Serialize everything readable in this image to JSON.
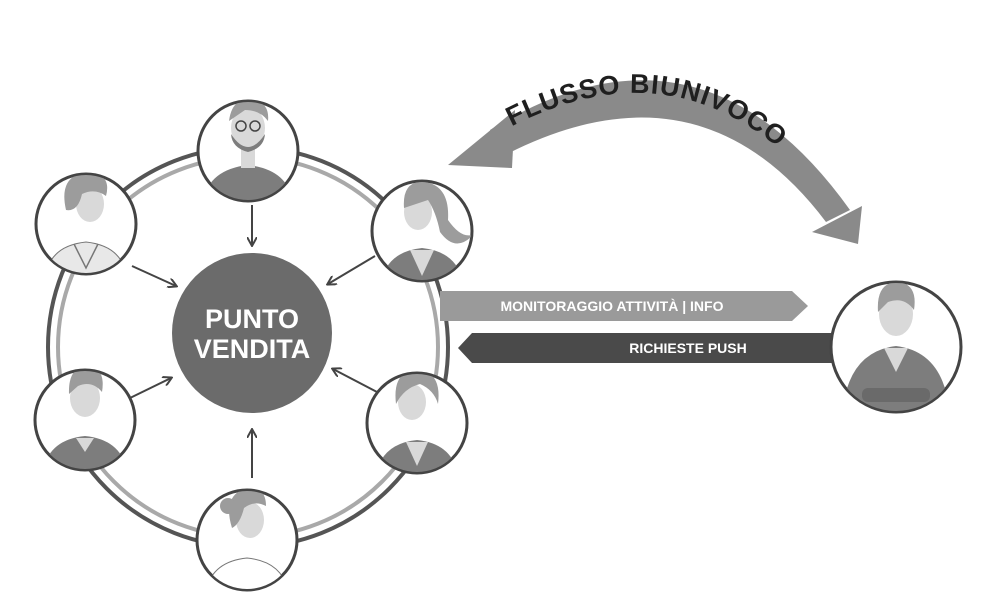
{
  "center": {
    "line1": "PUNTO",
    "line2": "VENDITA"
  },
  "curved_arrow": {
    "label": "FLUSSO BIUNIVOCO"
  },
  "bars": {
    "top_label": "MONITORAGGIO ATTIVITÀ | INFO",
    "bottom_label": "RICHIESTE PUSH"
  },
  "colors": {
    "ring_dark": "#555555",
    "ring_light": "#a9a9a9",
    "center_fill": "#6b6b6b",
    "bar_top": "#9a9a9a",
    "bar_bottom": "#4a4a4a",
    "arrow_fill": "#8a8a8a",
    "avatar_bg": "#ffffff",
    "avatar_border": "#444444",
    "person_suit": "#7d7d7d",
    "person_skin": "#d9d9d9",
    "person_hair": "#9c9c9c"
  },
  "avatars": [
    {
      "name": "avatar-top-man-beard",
      "icon": "man-with-glasses-and-beard-icon"
    },
    {
      "name": "avatar-top-left-woman",
      "icon": "woman-with-curly-hair-icon"
    },
    {
      "name": "avatar-top-right-woman",
      "icon": "woman-with-long-hair-icon"
    },
    {
      "name": "avatar-bottom-left-man",
      "icon": "man-icon"
    },
    {
      "name": "avatar-bottom-right-woman",
      "icon": "woman-with-short-hair-icon"
    },
    {
      "name": "avatar-bottom-woman",
      "icon": "woman-with-bun-icon"
    },
    {
      "name": "avatar-manager",
      "icon": "businessman-arms-crossed-icon"
    }
  ]
}
